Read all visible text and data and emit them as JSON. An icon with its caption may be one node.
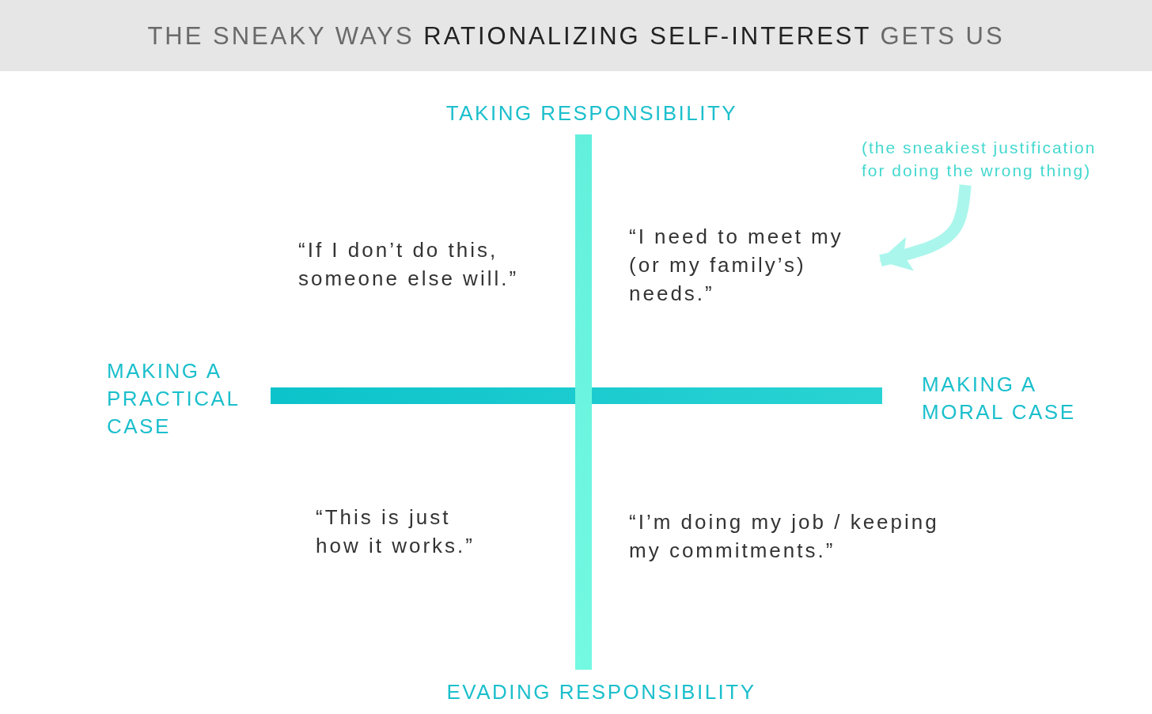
{
  "diagram": {
    "title": "THE SNEAKY WAYS **RATIONALIZING SELF-INTEREST** GETS US",
    "nodes": [
      {
        "text": [
          "“I need to meet my (or my family’s) needs.”"
        ]
      },
      {
        "text": [
          "(the sneakiest justification for doing the wrong thing)"
        ]
      }
    ],
    "edges": [
      {
        "from": 1,
        "to": 0,
        "arrow": "to",
        "color": "#aaf6ec"
      }
    ],
    "labels": [
      "TAKING RESPONSIBILITY",
      "“If I don’t do this, someone else will.”",
      "MAKING A PRACTICAL CASE",
      "MAKING A MORAL CASE",
      "“This is just how it works.”",
      "“I’m doing my job / keeping my commitments.”",
      "EVADING RESPONSIBILITY"
    ]
  }
}
